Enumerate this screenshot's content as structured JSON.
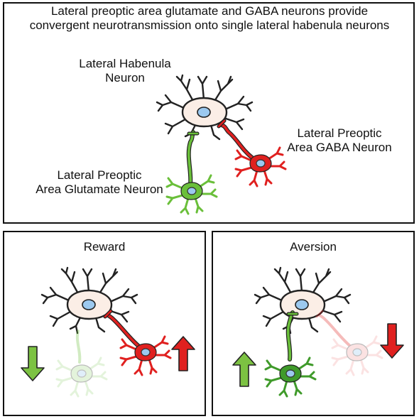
{
  "top_panel": {
    "title_line1": "Lateral preoptic area glutamate and GABA neurons provide",
    "title_line2": "convergent neurotransmission onto single lateral habenula neurons",
    "habenula_label_line1": "Lateral Habenula",
    "habenula_label_line2": "Neuron",
    "gaba_label_line1": "Lateral Preoptic",
    "gaba_label_line2": "Area GABA Neuron",
    "glutamate_label_line1": "Lateral Preoptic",
    "glutamate_label_line2": "Area Glutamate Neuron"
  },
  "reward_panel": {
    "title": "Reward",
    "glutamate_activity": "decrease",
    "gaba_activity": "increase"
  },
  "aversion_panel": {
    "title": "Aversion",
    "glutamate_activity": "increase",
    "gaba_activity": "decrease"
  },
  "colors": {
    "habenula_body": "#fbeee6",
    "nucleus": "#9cc9ef",
    "glutamate_green": "#6abf3a",
    "gaba_red": "#e0201f",
    "arrow_up_red": "#e0201f",
    "arrow_down_green": "#7cc242",
    "outline": "#222222"
  }
}
